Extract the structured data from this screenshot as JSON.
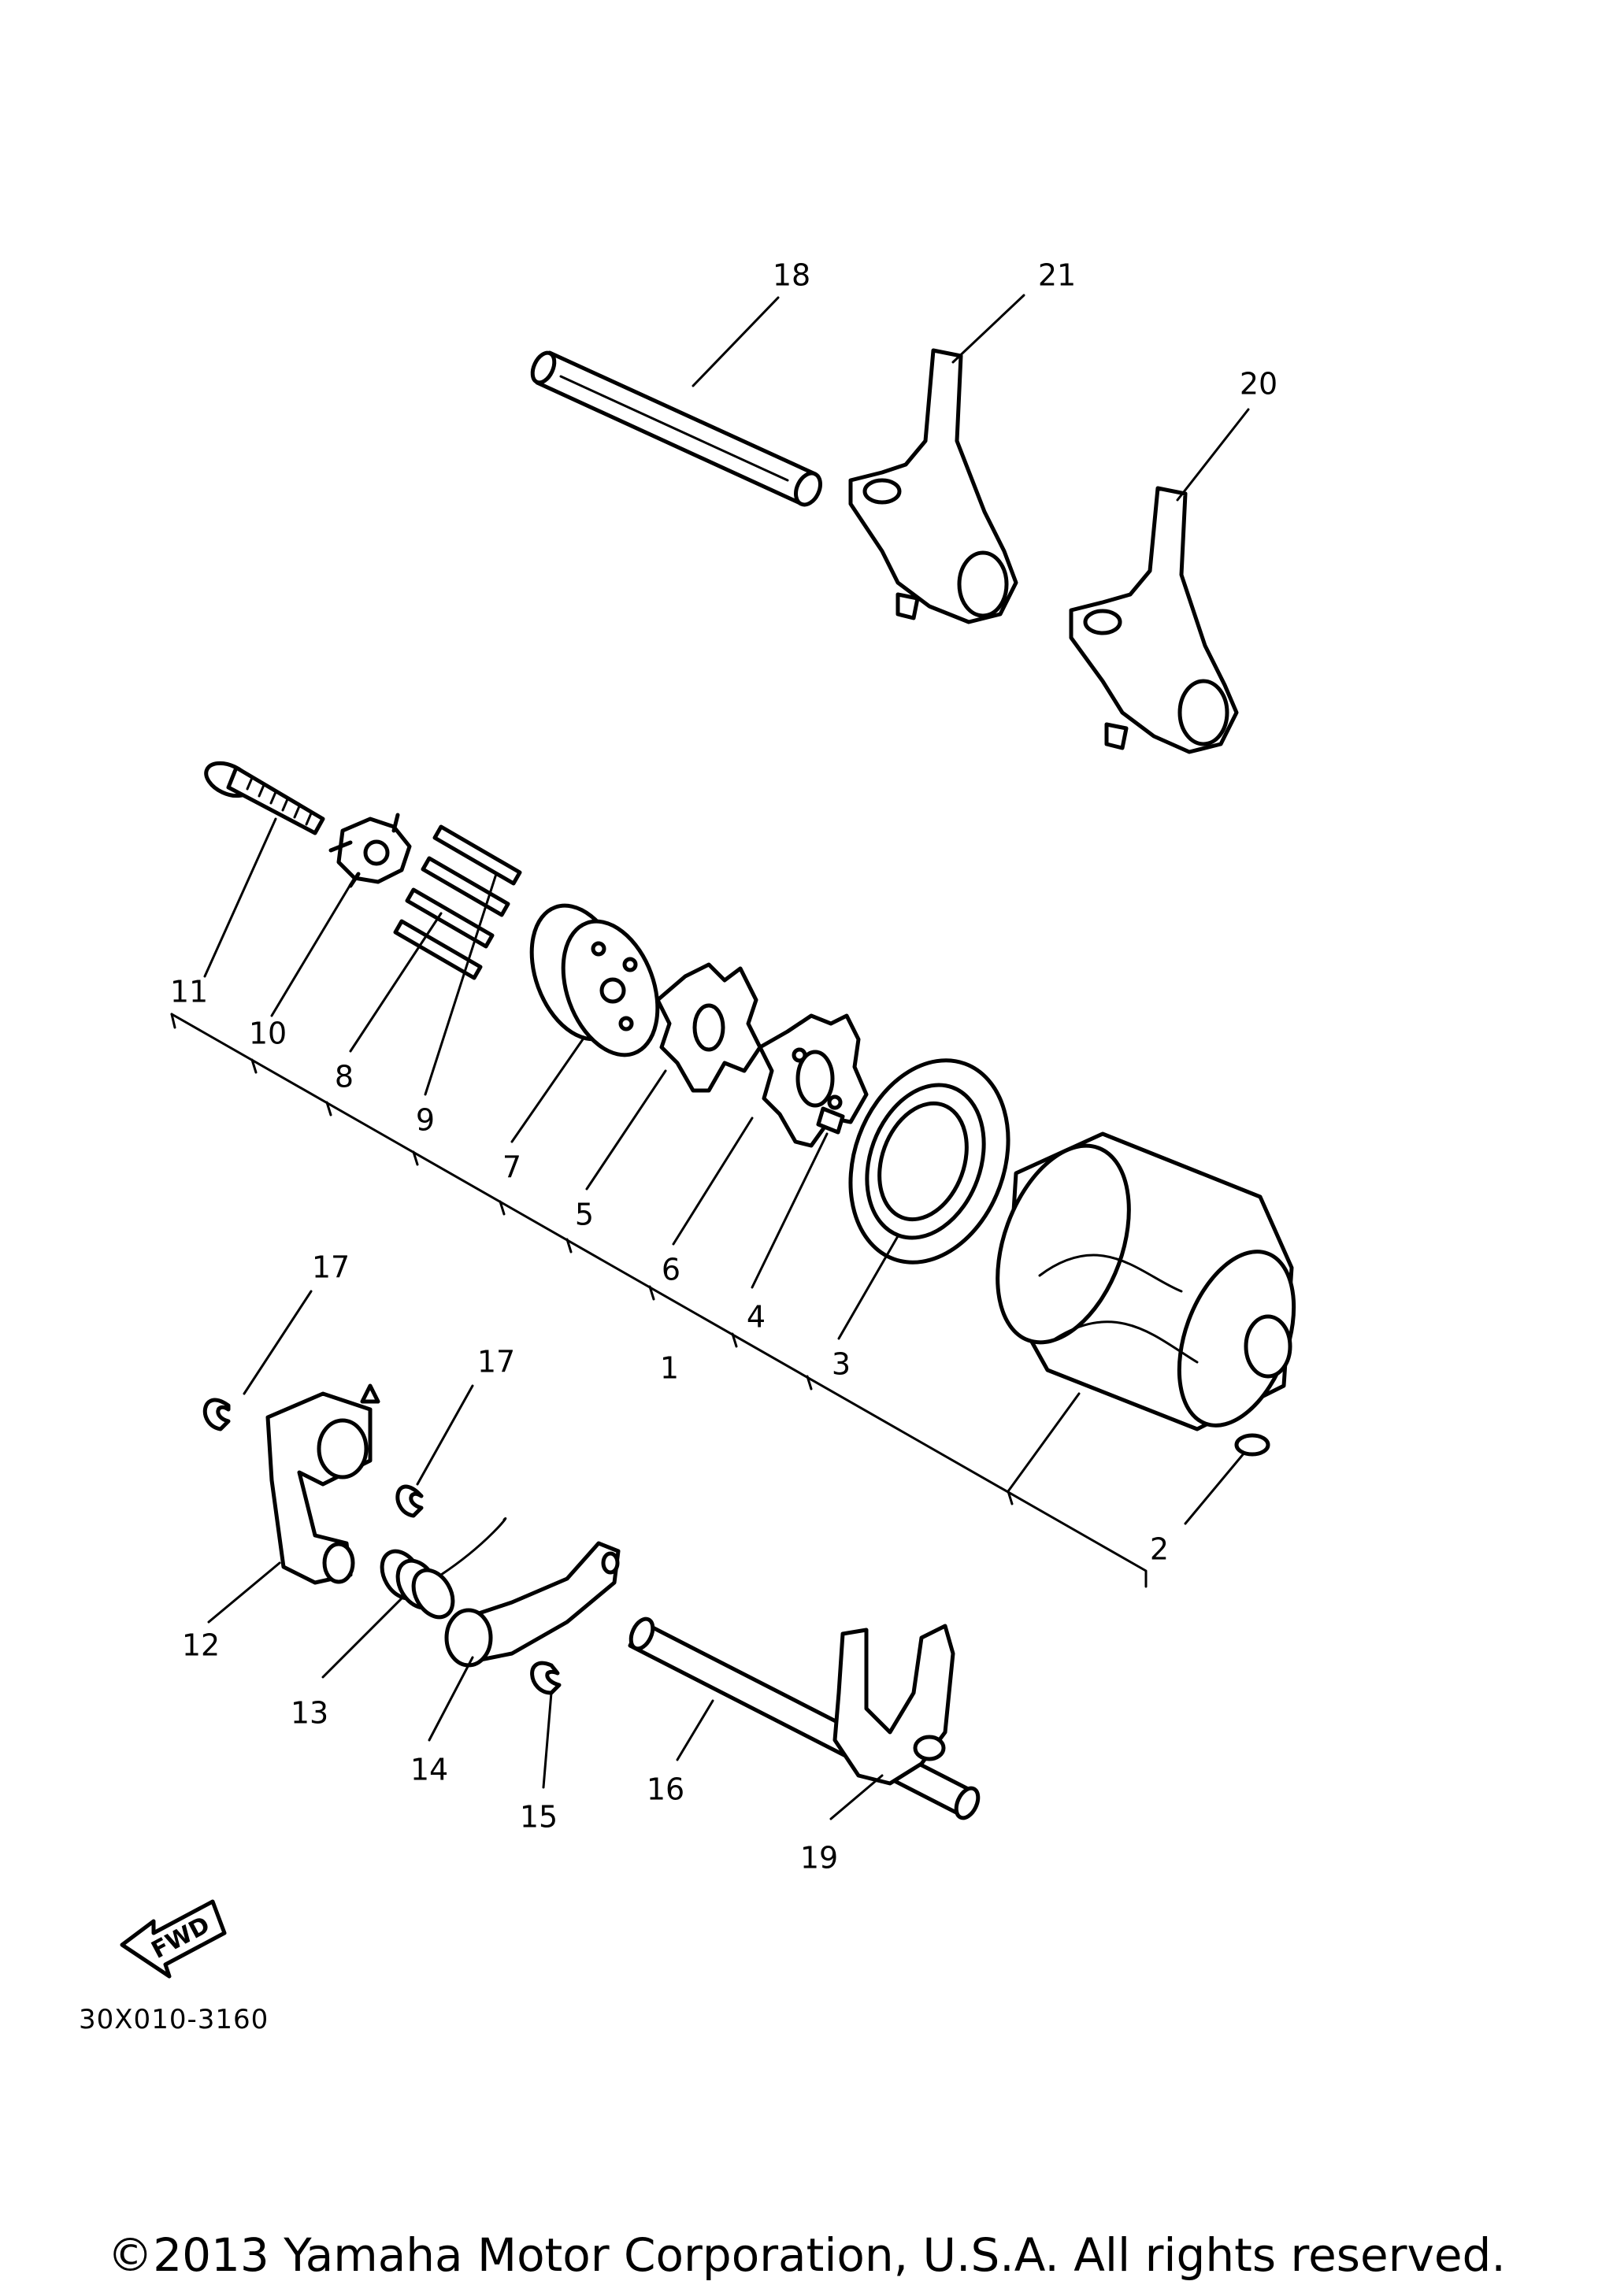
{
  "diagram": {
    "callouts": [
      {
        "id": "c1",
        "text": "1"
      },
      {
        "id": "c2",
        "text": "2"
      },
      {
        "id": "c3",
        "text": "3"
      },
      {
        "id": "c4",
        "text": "4"
      },
      {
        "id": "c5",
        "text": "5"
      },
      {
        "id": "c6",
        "text": "6"
      },
      {
        "id": "c7",
        "text": "7"
      },
      {
        "id": "c8",
        "text": "8"
      },
      {
        "id": "c9",
        "text": "9"
      },
      {
        "id": "c10",
        "text": "10"
      },
      {
        "id": "c11",
        "text": "11"
      },
      {
        "id": "c12",
        "text": "12"
      },
      {
        "id": "c13",
        "text": "13"
      },
      {
        "id": "c14",
        "text": "14"
      },
      {
        "id": "c15",
        "text": "15"
      },
      {
        "id": "c16",
        "text": "16"
      },
      {
        "id": "c17a",
        "text": "17"
      },
      {
        "id": "c17b",
        "text": "17"
      },
      {
        "id": "c18",
        "text": "18"
      },
      {
        "id": "c19",
        "text": "19"
      },
      {
        "id": "c20",
        "text": "20"
      },
      {
        "id": "c21",
        "text": "21"
      }
    ],
    "fwd_label": "FWD",
    "diagram_code": "30X010-3160"
  },
  "footer": {
    "copyright": "©2013 Yamaha Motor Corporation, U.S.A. All rights reserved."
  }
}
